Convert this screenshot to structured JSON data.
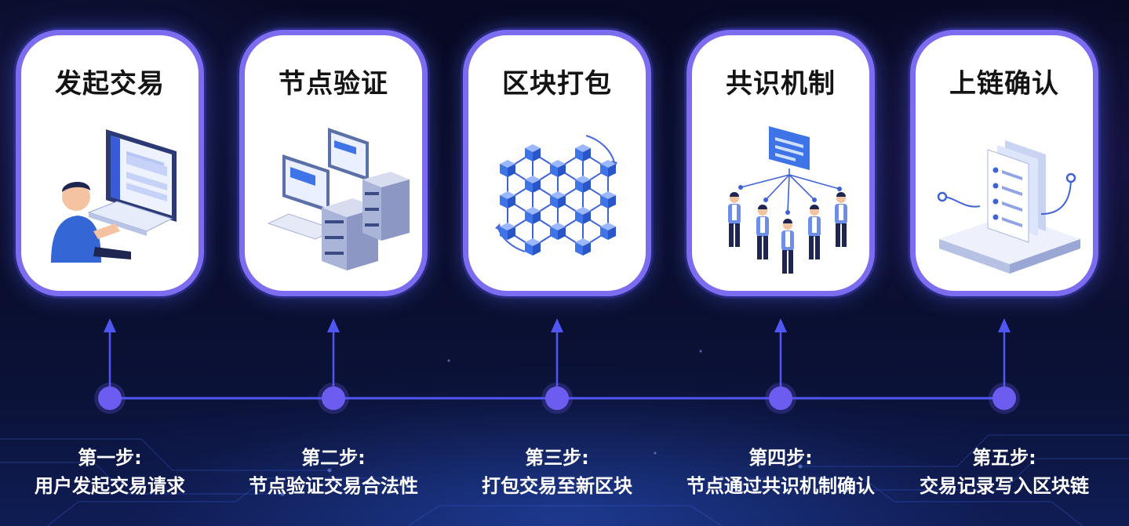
{
  "steps": [
    {
      "title": "发起交易",
      "step": "第一步:",
      "desc": "用户发起交易请求",
      "illustration": "user-computer-icon"
    },
    {
      "title": "节点验证",
      "step": "第二步:",
      "desc": "节点验证交易合法性",
      "illustration": "servers-computers-icon"
    },
    {
      "title": "区块打包",
      "step": "第三步:",
      "desc": "打包交易至新区块",
      "illustration": "block-network-icon"
    },
    {
      "title": "共识机制",
      "step": "第四步:",
      "desc": "节点通过共识机制确认",
      "illustration": "people-consensus-icon"
    },
    {
      "title": "上链确认",
      "step": "第五步:",
      "desc": "交易记录写入区块链",
      "illustration": "document-chain-icon"
    }
  ],
  "colors": {
    "accent": "#6f5ff0",
    "timeline": "#4f56f2",
    "node": "#6d5cf0",
    "card_border": "#7b6cf0",
    "illus_blue": "#3f73e8"
  }
}
